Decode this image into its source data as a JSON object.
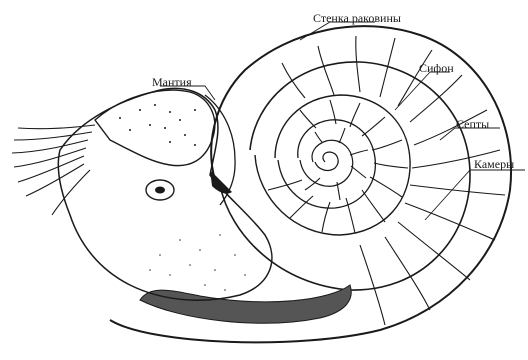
{
  "figure": {
    "labels": {
      "shell_wall": "Стенка раковины",
      "mantle": "Мантия",
      "siphon": "Сифон",
      "septa": "Септы",
      "chambers": "Камеры"
    }
  },
  "colors": {
    "ink": "#1a1a1a",
    "shade": "#555555",
    "background": "#ffffff"
  }
}
